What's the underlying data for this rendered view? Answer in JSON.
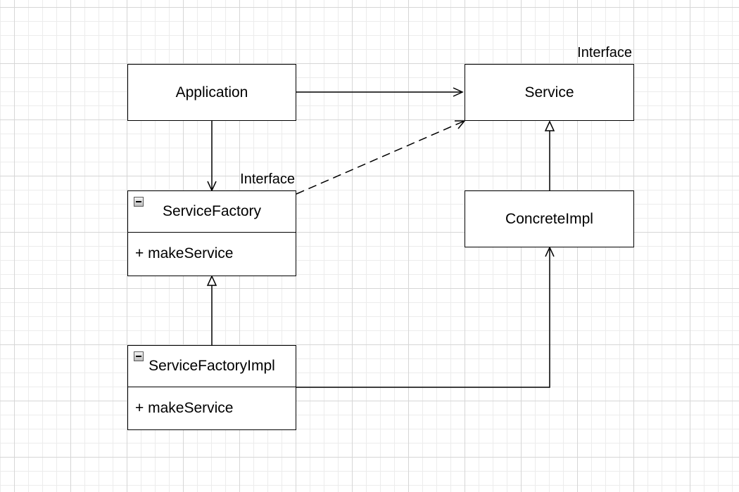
{
  "nodes": {
    "application": {
      "title": "Application"
    },
    "service": {
      "title": "Service",
      "stereotype": "Interface"
    },
    "service_factory": {
      "title": "ServiceFactory",
      "stereotype": "Interface",
      "member": "+ makeService"
    },
    "concrete_impl": {
      "title": "ConcreteImpl"
    },
    "service_factory_impl": {
      "title": "ServiceFactoryImpl",
      "member": "+ makeService"
    }
  },
  "edges": [
    {
      "from": "Application",
      "to": "Service",
      "style": "solid",
      "arrow": "open"
    },
    {
      "from": "Application",
      "to": "ServiceFactory",
      "style": "solid",
      "arrow": "open"
    },
    {
      "from": "ServiceFactory",
      "to": "Service",
      "style": "dashed",
      "arrow": "open"
    },
    {
      "from": "ConcreteImpl",
      "to": "Service",
      "style": "solid",
      "arrow": "hollow-triangle"
    },
    {
      "from": "ServiceFactoryImpl",
      "to": "ServiceFactory",
      "style": "solid",
      "arrow": "hollow-triangle"
    },
    {
      "from": "ServiceFactoryImpl",
      "to": "ConcreteImpl",
      "style": "solid",
      "arrow": "open"
    }
  ],
  "colors": {
    "background": "#ffffff",
    "grid_major": "#d6d6d6",
    "grid_minor": "#ececec",
    "stroke": "#000000"
  }
}
